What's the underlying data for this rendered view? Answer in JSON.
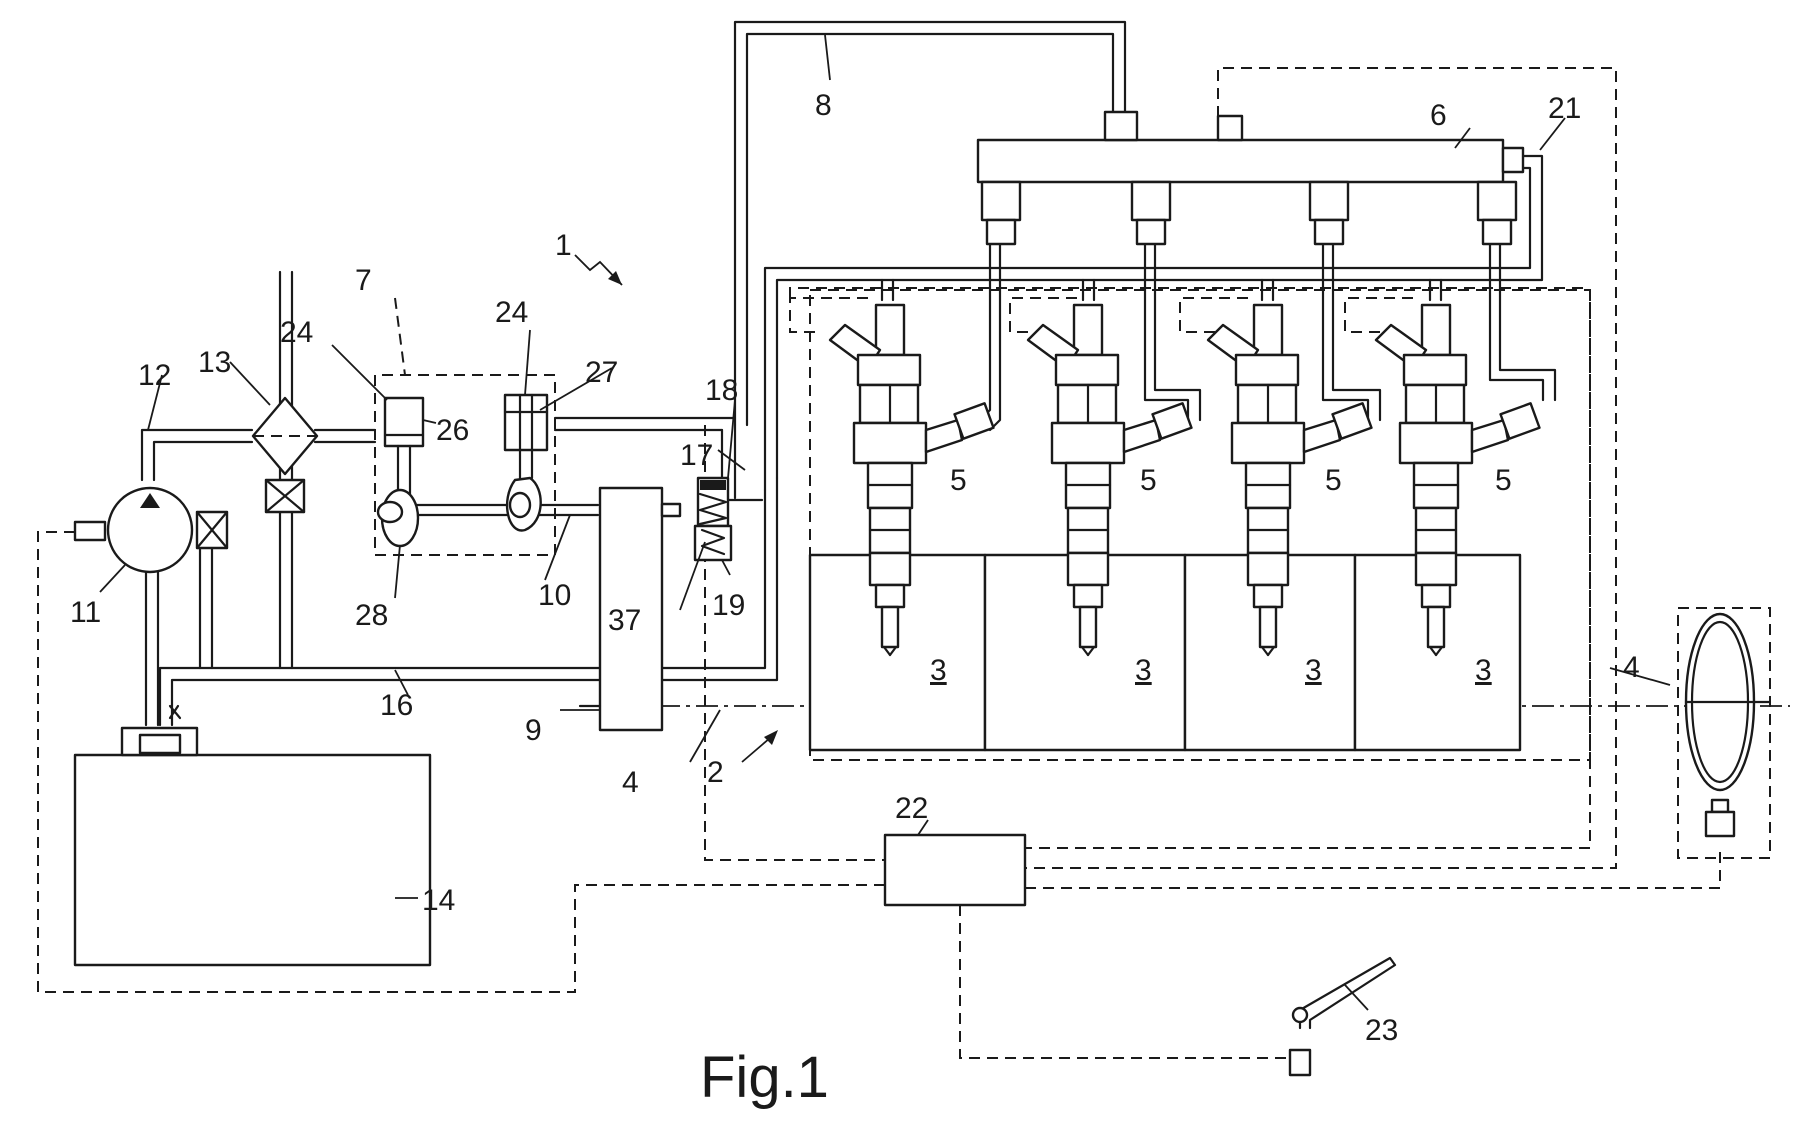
{
  "figure": {
    "caption": "Fig.1",
    "labels": {
      "system": "1",
      "engine": "2",
      "cylinder": "3",
      "crankshaft": "4",
      "injector": "5",
      "rail": "6",
      "pump_assembly": "7",
      "delivery_pipe": "8",
      "drive_unit": "9",
      "shaft": "10",
      "feed_pump": "11",
      "suction_pipe": "12",
      "filter": "13",
      "tank": "14",
      "return_pipe": "16",
      "valve_assembly": "17",
      "valve_outlet": "18",
      "valve_body": "19",
      "pressure_sensor": "21",
      "control_unit": "22",
      "accelerator_pedal": "23",
      "pumping_element": "24",
      "element_left": "26",
      "piston": "27",
      "cam": "28",
      "spring": "37"
    }
  }
}
